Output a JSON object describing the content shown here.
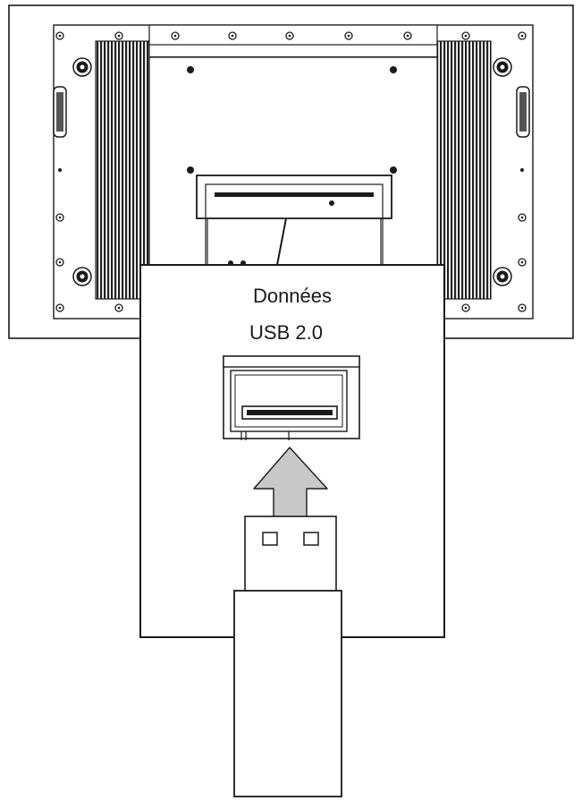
{
  "callout": {
    "line1": "Données",
    "line2": "USB 2.0"
  },
  "icons": {
    "panel": "monitor-rear-panel",
    "port": "usb-port-icon",
    "arrow": "insert-arrow-icon",
    "plug": "usb-plug-icon"
  },
  "colors": {
    "stroke": "#1a1a1a",
    "heatsink": "#222222",
    "arrow_fill": "#c8c8c8",
    "background": "#ffffff"
  }
}
